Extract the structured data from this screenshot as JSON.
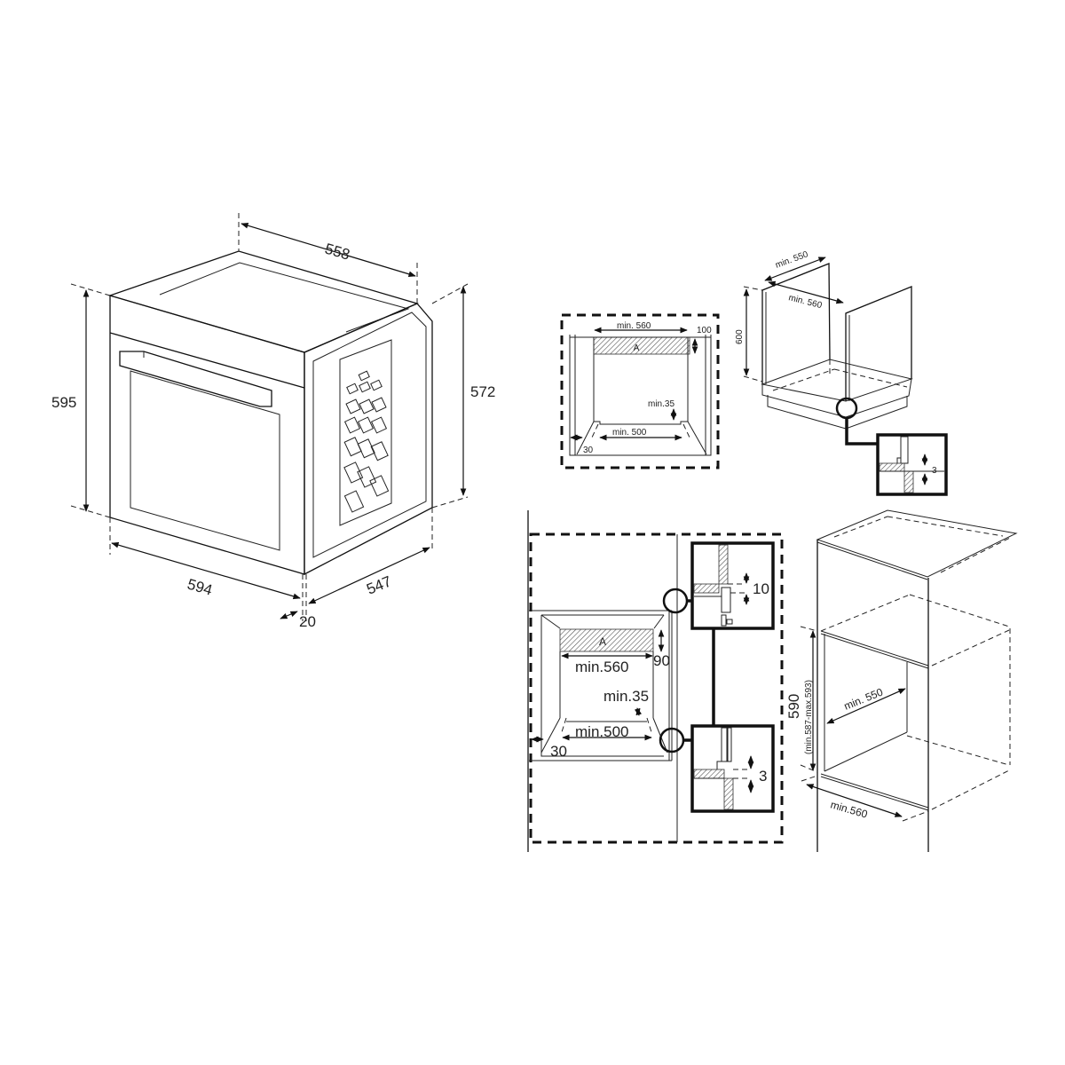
{
  "oven": {
    "width_total": "558",
    "height_total": "595",
    "height_body": "572",
    "front_width": "594",
    "depth_body": "547",
    "front_thickness": "20"
  },
  "under_counter_plan": {
    "min_width": "min. 560",
    "vent_height": "100",
    "vent_label": "A",
    "min_gap": "min.35",
    "min_depth": "min. 500",
    "side_offset": "30"
  },
  "under_counter_cabinet": {
    "min_depth": "min. 550",
    "min_width": "min. 560",
    "height": "600",
    "detail_gap": "3"
  },
  "tall_cabinet_plan": {
    "min_width": "min.560",
    "vent_height": "90",
    "vent_label": "A",
    "min_gap": "min.35",
    "min_depth": "min.500",
    "side_offset": "30",
    "detail_top_gap": "10",
    "detail_bottom_gap": "3"
  },
  "tall_cabinet": {
    "height": "590",
    "height_range": "(min.587-max.593)",
    "min_depth": "min. 550",
    "min_width": "min.560"
  }
}
